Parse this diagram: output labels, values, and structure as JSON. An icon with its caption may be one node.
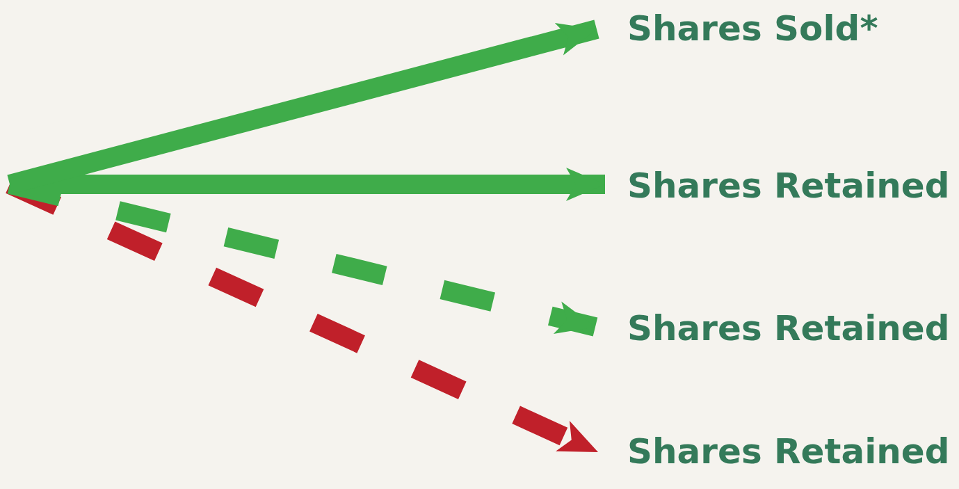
{
  "diagram": {
    "nodes": [
      {
        "text": [
          "Shares Sold*"
        ]
      },
      {
        "text": [
          "Shares Retained"
        ]
      },
      {
        "text": [
          "Shares Retained"
        ]
      },
      {
        "text": [
          "Shares Retained"
        ]
      }
    ],
    "edges": [
      {
        "from": null,
        "to": 0,
        "arrow": "to"
      },
      {
        "from": null,
        "to": 1,
        "arrow": "to"
      },
      {
        "from": null,
        "to": 2,
        "arrow": "to",
        "style": "dashed"
      },
      {
        "from": null,
        "to": 3,
        "arrow": "to",
        "style": "dashed",
        "color": "#c0202a"
      }
    ]
  }
}
